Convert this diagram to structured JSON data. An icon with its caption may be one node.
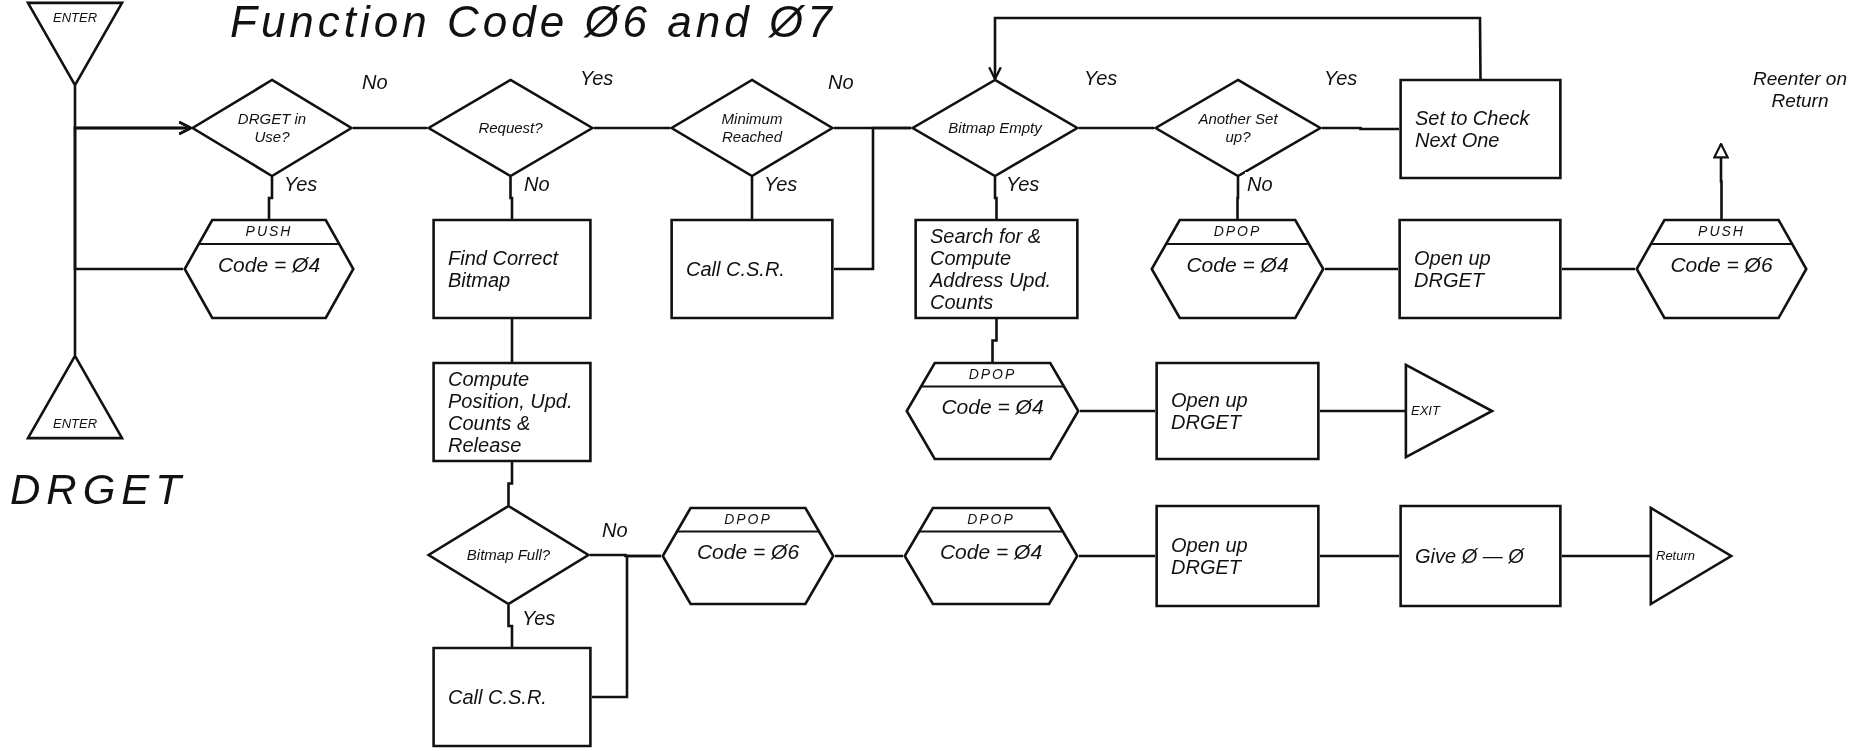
{
  "diagram": {
    "title": "Function Code Ø6 and Ø7",
    "nodes": [
      {
        "text": [
          "ENTER"
        ]
      },
      {
        "text": [
          "DRGET in Use?"
        ]
      },
      {
        "text": [
          "Request?"
        ]
      },
      {
        "text": [
          "Minimum Reached"
        ]
      },
      {
        "text": [
          "Bitmap Empty"
        ]
      },
      {
        "text": [
          "Another Set up?"
        ]
      },
      {
        "text": [
          "Set to Check Next One"
        ]
      },
      {
        "text": [
          "PUSH",
          "Code = Ø4"
        ]
      },
      {
        "text": [
          "Find Correct Bitmap"
        ]
      },
      {
        "text": [
          "Call C.S.R."
        ]
      },
      {
        "text": [
          "Search for & Compute Address Upd. Counts"
        ]
      },
      {
        "text": [
          "DPOP",
          "Code = Ø4"
        ]
      },
      {
        "text": [
          "Open up DRGET"
        ]
      },
      {
        "text": [
          "PUSH",
          "Code = Ø6"
        ]
      },
      {
        "text": [
          "ENTER"
        ]
      },
      {
        "text": [
          "Compute Position, Upd. Counts & Release"
        ]
      },
      {
        "text": [
          "DPOP",
          "Code = Ø4"
        ]
      },
      {
        "text": [
          "Open up DRGET"
        ]
      },
      {
        "text": [
          "EXIT"
        ]
      },
      {
        "text": [
          "Bitmap Full?"
        ]
      },
      {
        "text": [
          "DPOP",
          "Code = Ø6"
        ]
      },
      {
        "text": [
          "DPOP",
          "Code = Ø4"
        ]
      },
      {
        "text": [
          "Open up DRGET"
        ]
      },
      {
        "text": [
          "Give Ø — Ø"
        ]
      },
      {
        "text": [
          "Return"
        ]
      },
      {
        "text": [
          "Call C.S.R."
        ]
      },
      {
        "text": [
          "Reenter on Return"
        ]
      }
    ],
    "edges": [
      {
        "from": 0,
        "to": 1,
        "arrow": "to"
      },
      {
        "from": 14,
        "to": 1,
        "arrow": "to"
      },
      {
        "from": 7,
        "to": 1,
        "arrow": "to"
      },
      {
        "from": 1,
        "to": 2,
        "arrow": "none",
        "label": "No"
      },
      {
        "from": 1,
        "to": 7,
        "arrow": "none",
        "label": "Yes"
      },
      {
        "from": 2,
        "to": 3,
        "arrow": "none",
        "label": "Yes"
      },
      {
        "from": 2,
        "to": 8,
        "arrow": "none",
        "label": "No"
      },
      {
        "from": 3,
        "to": 4,
        "arrow": "none",
        "label": "No"
      },
      {
        "from": 3,
        "to": 9,
        "arrow": "none",
        "label": "Yes"
      },
      {
        "from": 9,
        "to": 4,
        "arrow": "none"
      },
      {
        "from": 4,
        "to": 5,
        "arrow": "none",
        "label": "Yes"
      },
      {
        "from": 4,
        "to": 10,
        "arrow": "none",
        "label": "Yes"
      },
      {
        "from": 5,
        "to": 6,
        "arrow": "none",
        "label": "Yes"
      },
      {
        "from": 5,
        "to": 11,
        "arrow": "none",
        "label": "No"
      },
      {
        "from": 6,
        "to": 4,
        "arrow": "to"
      },
      {
        "from": 8,
        "to": 15,
        "arrow": "none"
      },
      {
        "from": 10,
        "to": 16,
        "arrow": "none"
      },
      {
        "from": 11,
        "to": 12,
        "arrow": "none"
      },
      {
        "from": 12,
        "to": 13,
        "arrow": "none"
      },
      {
        "from": 13,
        "to": 26,
        "arrow": "to"
      },
      {
        "from": 15,
        "to": 19,
        "arrow": "none"
      },
      {
        "from": 16,
        "to": 17,
        "arrow": "none"
      },
      {
        "from": 17,
        "to": 18,
        "arrow": "none"
      },
      {
        "from": 19,
        "to": 25,
        "arrow": "none",
        "label": "Yes"
      },
      {
        "from": 19,
        "to": 20,
        "arrow": "none",
        "label": "No"
      },
      {
        "from": 25,
        "to": 20,
        "arrow": "none"
      },
      {
        "from": 20,
        "to": 21,
        "arrow": "none"
      },
      {
        "from": 21,
        "to": 22,
        "arrow": "none"
      },
      {
        "from": 22,
        "to": 23,
        "arrow": "none"
      },
      {
        "from": 23,
        "to": 24,
        "arrow": "none"
      }
    ],
    "labels": [
      "DRGET"
    ]
  }
}
